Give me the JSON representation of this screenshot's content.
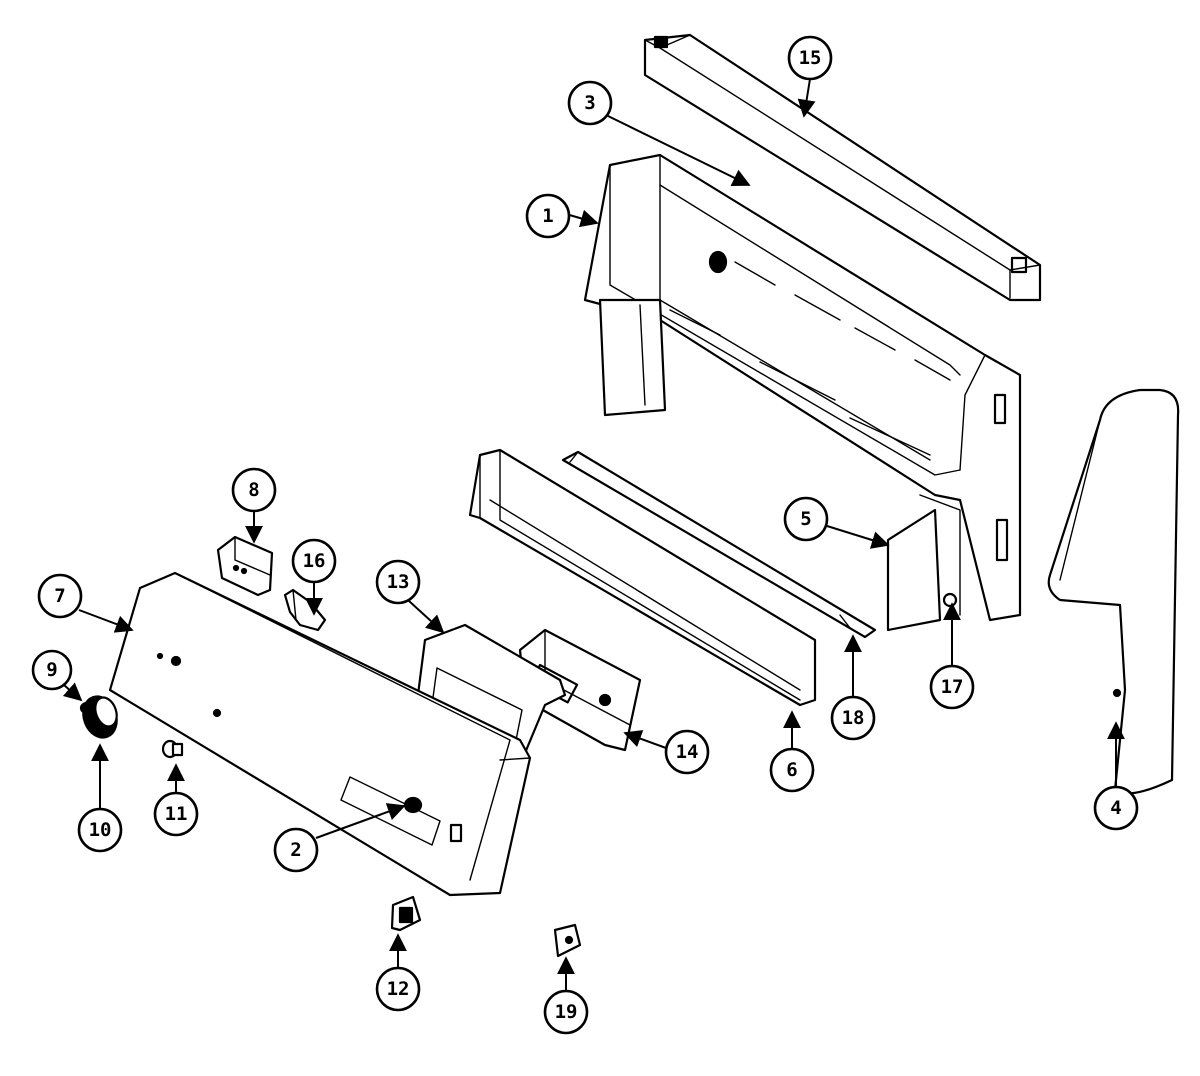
{
  "diagram": {
    "callouts": [
      {
        "label": "1"
      },
      {
        "label": "2"
      },
      {
        "label": "3"
      },
      {
        "label": "4"
      },
      {
        "label": "5"
      },
      {
        "label": "6"
      },
      {
        "label": "7"
      },
      {
        "label": "8"
      },
      {
        "label": "9"
      },
      {
        "label": "10"
      },
      {
        "label": "11"
      },
      {
        "label": "12"
      },
      {
        "label": "13"
      },
      {
        "label": "14"
      },
      {
        "label": "15"
      },
      {
        "label": "16"
      },
      {
        "label": "17"
      },
      {
        "label": "18"
      },
      {
        "label": "19"
      }
    ]
  }
}
